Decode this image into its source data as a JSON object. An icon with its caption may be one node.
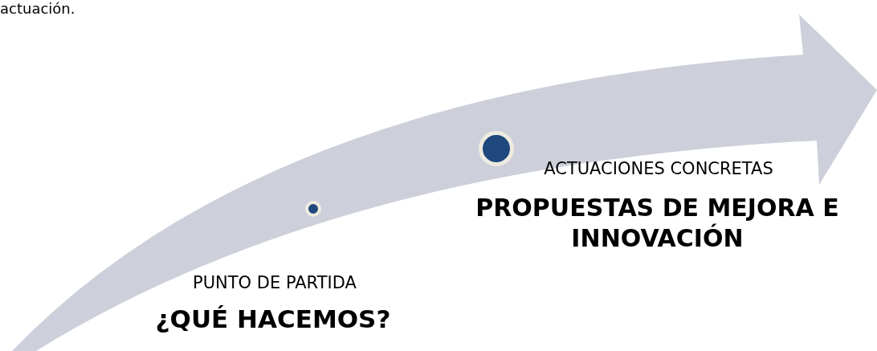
{
  "diagram": {
    "nodes": [
      {
        "text": [],
        "shape": "circle",
        "beside": [
          "PUNTO DE PARTIDA",
          "¿QUÉ HACEMOS?"
        ]
      },
      {
        "text": [],
        "shape": "circle",
        "beside": [
          "ACTUACIONES CONCRETAS",
          "PROPUESTAS DE MEJORA E INNOVACIÓN"
        ]
      }
    ],
    "labels": [
      "actuación."
    ]
  }
}
